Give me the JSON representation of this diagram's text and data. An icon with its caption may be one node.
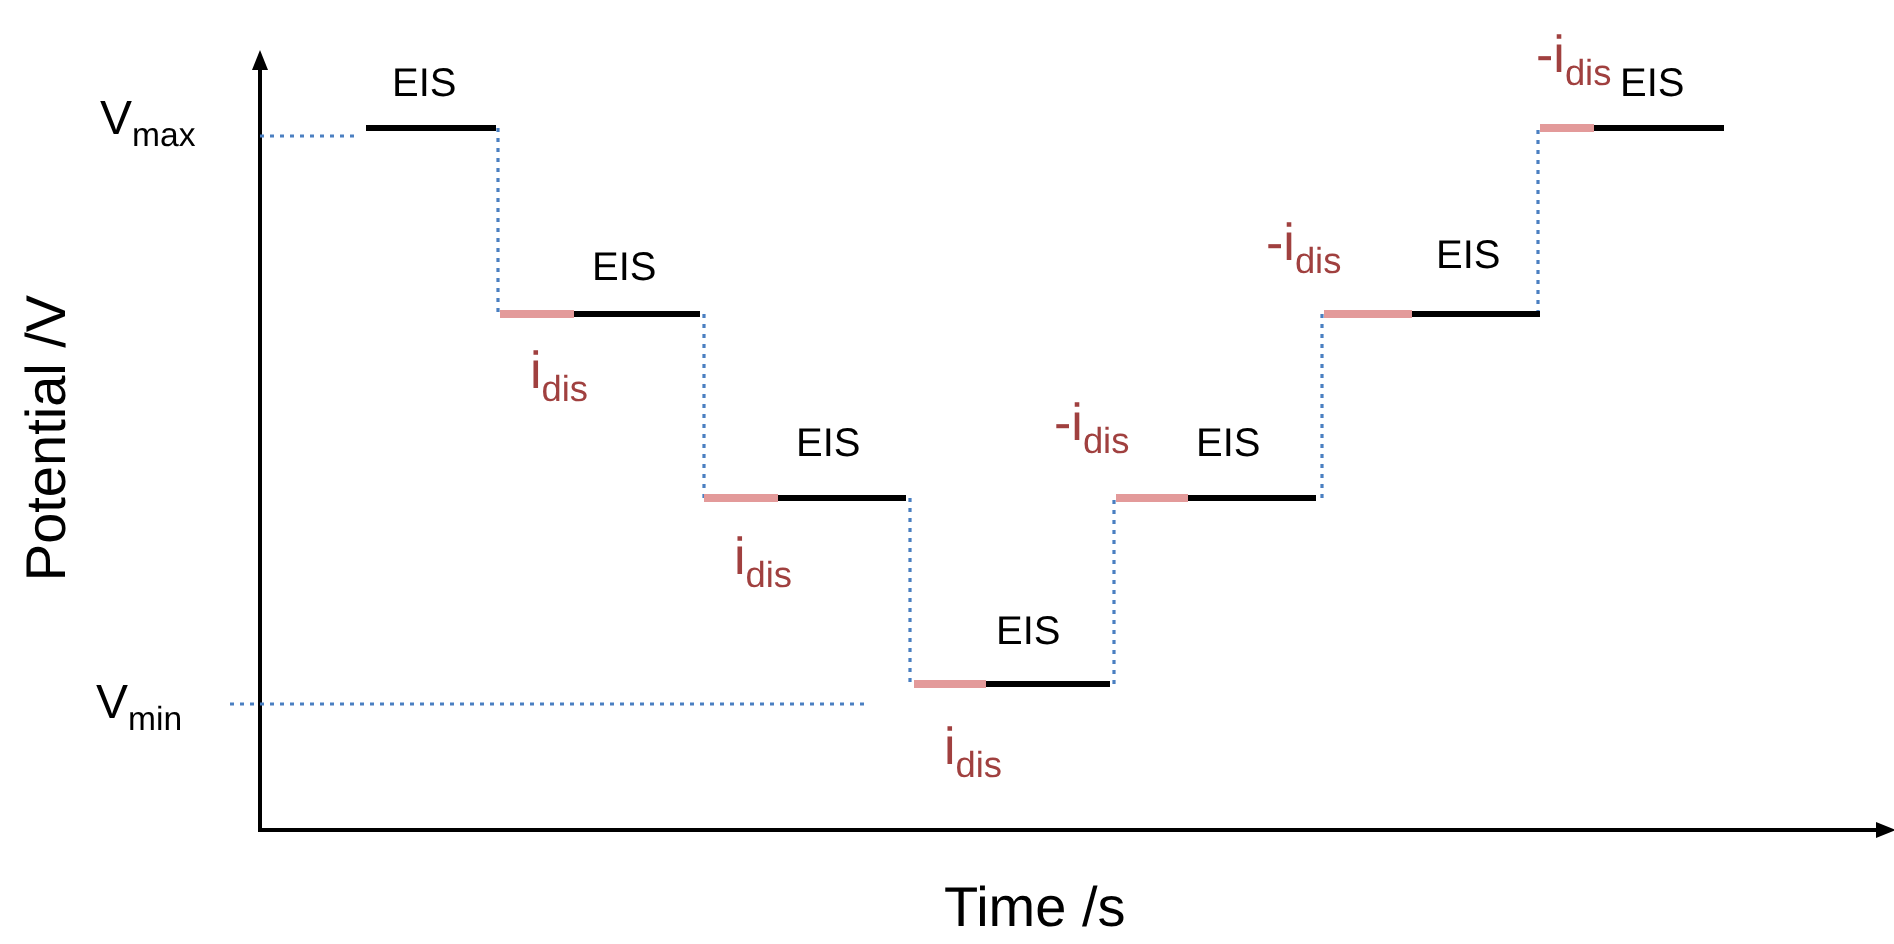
{
  "diagram": {
    "labels": [
      "-i$_{dis}$",
      "EIS",
      "EIS",
      "V$_{max}$",
      "-i$_{dis}$",
      "EIS",
      "EIS",
      "i$_{dis}$",
      "-i$_{dis}$",
      "EIS",
      "EIS",
      "Potential /V",
      "i$_{dis}$",
      "EIS",
      "V$_{min}$",
      "i$_{dis}$",
      "Time /s"
    ]
  }
}
